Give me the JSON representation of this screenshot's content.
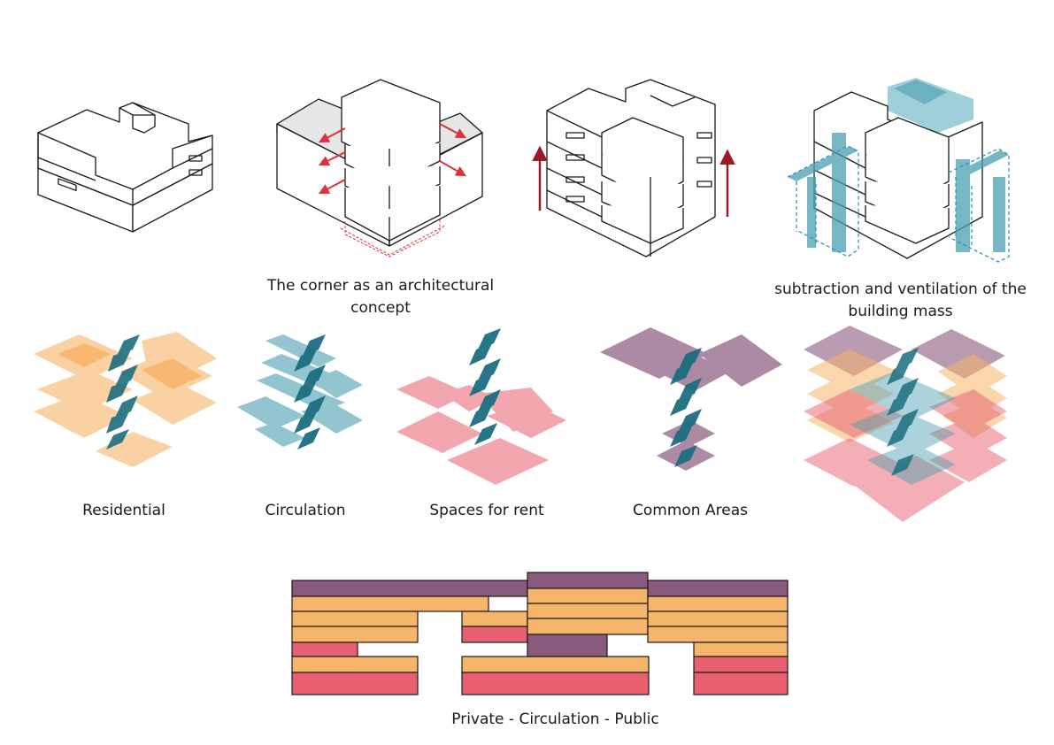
{
  "captions": {
    "corner": "The corner as an architectural concept",
    "corner_l1": "The corner as an architectural",
    "corner_l2": "concept",
    "subtraction_l1": "subtraction and ventilation of the",
    "subtraction_l2": "building mass",
    "residential": "Residential",
    "circulation": "Circulation",
    "rent": "Spaces for rent",
    "common": "Common Areas",
    "section": "Private - Circulation - Public"
  },
  "colors": {
    "residential": "#f7b56b",
    "circulation": "#4a9fb0",
    "rent": "#e8606f",
    "common": "#8a5a7e",
    "stair": "#1c6e80",
    "arrow_red": "#e0303a",
    "arrow_dark": "#9c1a24",
    "line": "#1a1a1a",
    "roof_grey": "#e6e6e6"
  },
  "icons": [
    "massing-1",
    "massing-2-corner",
    "massing-3-stacking",
    "massing-4-subtraction",
    "residential-layers",
    "circulation-layers",
    "rent-layers",
    "common-layers",
    "combined-layers",
    "program-section"
  ]
}
